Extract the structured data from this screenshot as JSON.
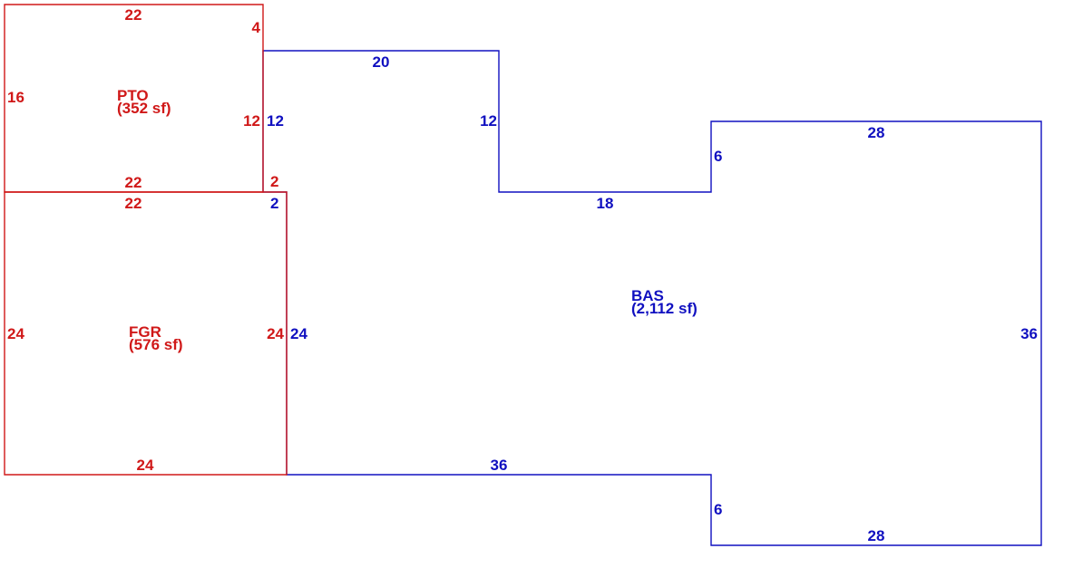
{
  "colors": {
    "bas": "#1010c0",
    "addition": "#d01818"
  },
  "areas": {
    "bas": {
      "code": "BAS",
      "area": "(2,112 sf)"
    },
    "pto": {
      "code": "PTO",
      "area": "(352 sf)"
    },
    "fgr": {
      "code": "FGR",
      "area": "(576 sf)"
    }
  },
  "dimensions": {
    "bas": {
      "top_left": "20",
      "left_upper": "12",
      "step_inner": "12",
      "step_bottom": "18",
      "right_rise": "6",
      "top_right": "28",
      "right": "36",
      "bottom_mid": "36",
      "bottom_drop": "6",
      "bottom_right": "28",
      "left_lower": "24",
      "jog": "2"
    },
    "pto": {
      "top": "22",
      "left": "16",
      "right": "12",
      "right_top": "4",
      "bottom": "22",
      "jog": "2"
    },
    "fgr": {
      "top": "22",
      "left": "24",
      "right": "24",
      "bottom": "24"
    }
  }
}
